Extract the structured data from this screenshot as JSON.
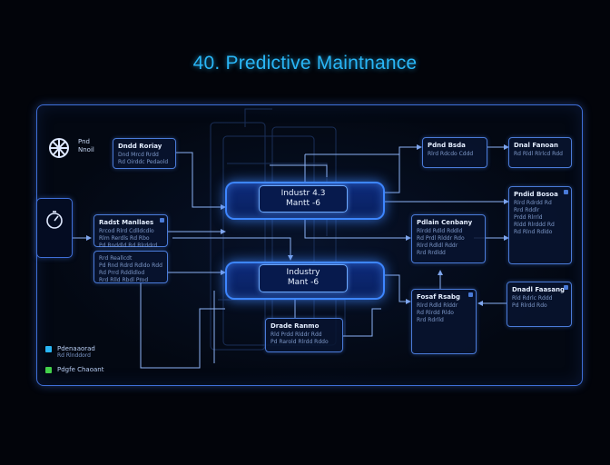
{
  "title": "40. Predictive Maintnance",
  "logo": {
    "text_line1": "Pnd",
    "text_line2": "Nnoil"
  },
  "cores": [
    {
      "line1": "Industr 4.3",
      "line2": "Mantt -6"
    },
    {
      "line1": "Industry",
      "line2": "Mant -6"
    }
  ],
  "boxes": {
    "top_left": {
      "heading": "Dndd Roriay",
      "lines": [
        "Dnd Mrcd Rrdd",
        "Rd Oirddc Pedaold"
      ]
    },
    "left_mid": {
      "heading": "Radst Manllaes",
      "lines": [
        "Rrcod Rlrd Cdlldcdlo",
        "Rlm Rerdls Rd Rbo",
        "Pd Rnddld Rd Rlrddrd"
      ]
    },
    "left_low": {
      "lines": [
        "Rrd Reallcdt",
        "Pd Rnd Rdrd Rdldo Rdd",
        "Rd Prrd Rddldlod",
        "Rrd Rlld Rbdl Prod"
      ]
    },
    "bottom_center": {
      "heading": "Drade Ranmo",
      "lines": [
        "Rld Prdd Rlddr Rdd",
        "Pd Rarold Rlrdd Rddo"
      ]
    },
    "right_top_a": {
      "heading": "Pdnd Bsda",
      "lines": [
        "Rlrd Rdcdo Cddd"
      ]
    },
    "right_top_b": {
      "heading": "Dnal Fanoan",
      "lines": [
        "Rd Rldl Rlrlcd Rdd"
      ]
    },
    "right_mid": {
      "heading": "Pdlain Cenbany",
      "lines": [
        "Rlrdd Rdld Rddld",
        "Rd Prdl Rlddr Rdo",
        "Rlrd Rdldl Rddr",
        "Rrd Rrdldd"
      ]
    },
    "right_side": {
      "heading": "Pndid Bosoa",
      "lines": [
        "Rlrd Rdrdd Rd",
        "Rrd Rddlr",
        "Prdd Rlrrld",
        "Rldd Rlrddd Rd",
        "Rd Rlnd Rdldo"
      ]
    },
    "right_low": {
      "heading": "Fosaf Rsabg",
      "lines": [
        "Rlrd Rdld Rlddr",
        "Rd Rlrdd Rldo",
        "Rrd Rdrlld"
      ]
    },
    "right_bottom": {
      "heading": "Dnadl Faasang",
      "lines": [
        "Rld Rdrlc Rddd",
        "Pd Rlrdd Rdo"
      ]
    }
  },
  "legend": [
    {
      "label": "Pdenaaorad",
      "sub": "Rd Rlnddord",
      "color": "#29b6f6"
    },
    {
      "label": "Pdgfe Chaoant",
      "sub": "",
      "color": "#43d14b"
    }
  ],
  "colors": {
    "accent": "#29b6f6",
    "frame": "#3f6fd8",
    "core": "#3d86ff",
    "green": "#43d14b"
  }
}
